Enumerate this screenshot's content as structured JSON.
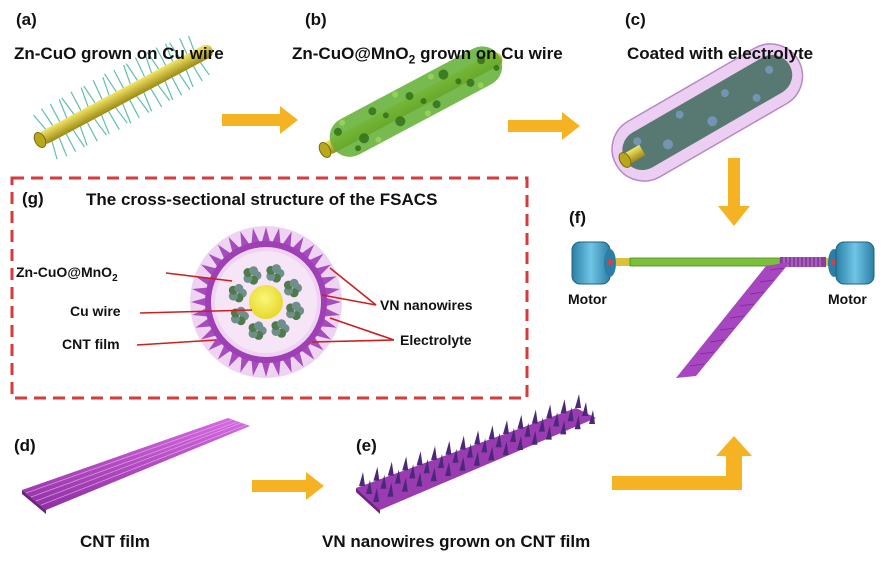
{
  "panels": {
    "a": {
      "tag": "(a)",
      "caption": "Zn-CuO grown on Cu wire"
    },
    "b": {
      "tag": "(b)",
      "caption_pre": "Zn-CuO@MnO",
      "caption_sub": "2",
      "caption_post": " grown on Cu wire"
    },
    "c": {
      "tag": "(c)",
      "caption": "Coated with electrolyte"
    },
    "d": {
      "tag": "(d)",
      "caption": "CNT film"
    },
    "e": {
      "tag": "(e)",
      "caption": "VN nanowires grown on CNT film"
    },
    "f": {
      "tag": "(f)",
      "motor_left": "Motor",
      "motor_right": "Motor"
    },
    "g": {
      "tag": "(g)",
      "title": "The cross-sectional structure of the FSACS",
      "labels": {
        "zn_cuo_pre": "Zn-CuO@MnO",
        "zn_cuo_sub": "2",
        "cu_wire": "Cu wire",
        "cnt_film": "CNT film",
        "vn_nanowires": "VN nanowires",
        "electrolyte": "Electrolyte"
      }
    }
  },
  "colors": {
    "arrow": "#f5b324",
    "frame": "#d63a3a",
    "cnt": "#b545c4",
    "cu": "#d4c23a",
    "green": "#4f9a2a",
    "electrolyte": "#efd3f2",
    "motor": "#3b9fc9",
    "leader": "#cc1f1f"
  }
}
